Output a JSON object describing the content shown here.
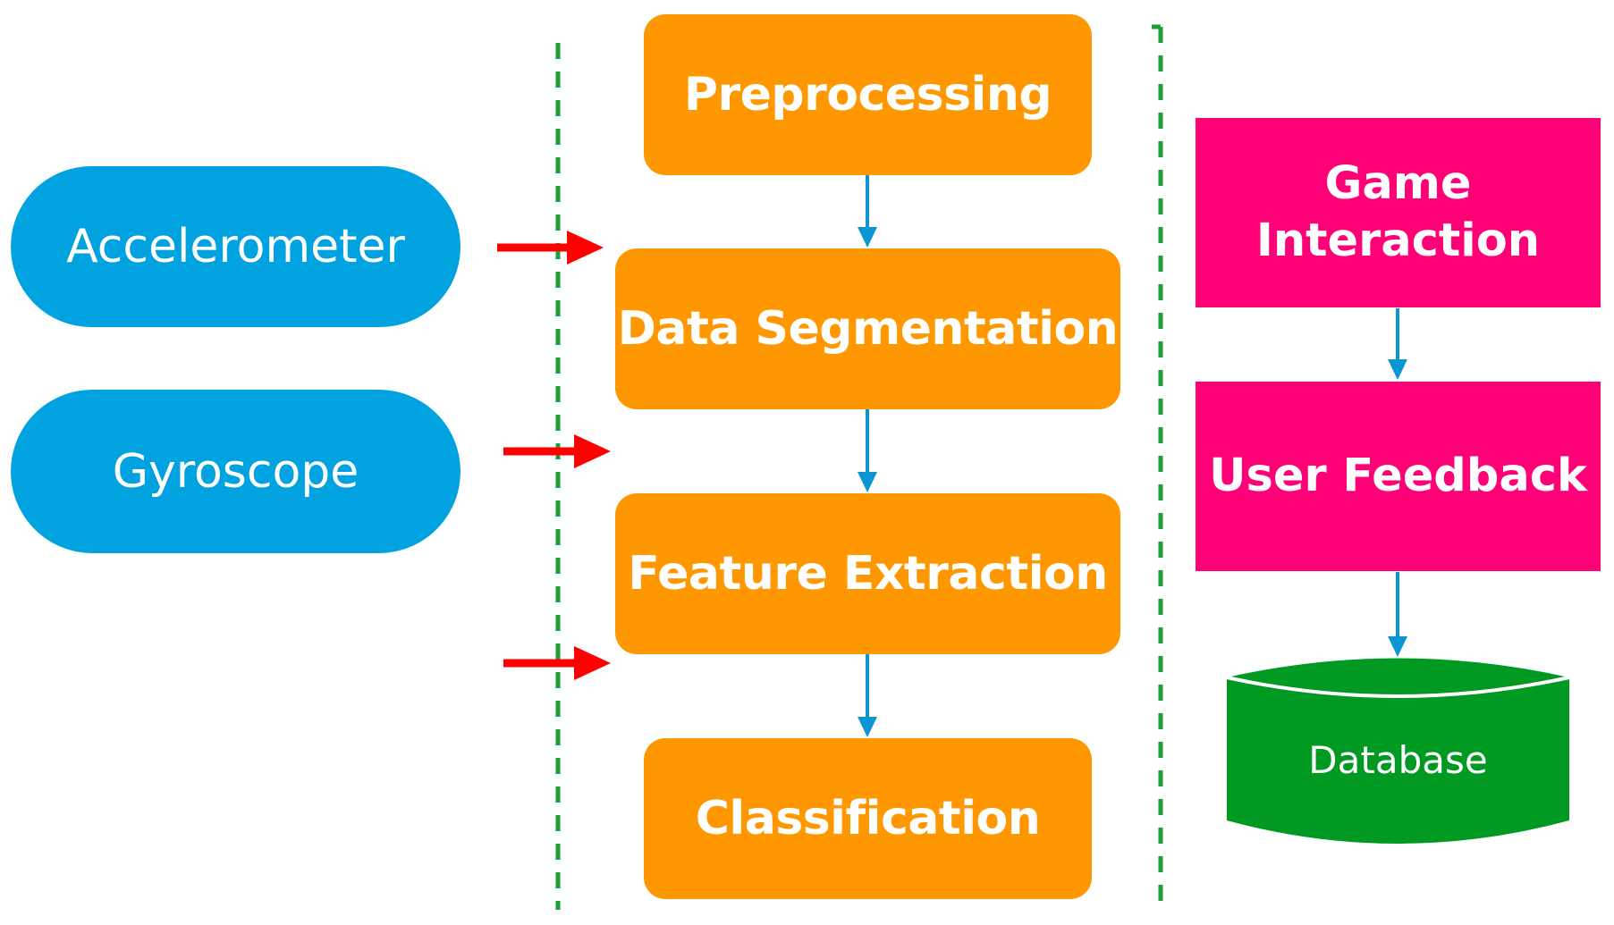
{
  "sensors": {
    "accelerometer": "Accelerometer",
    "gyroscope": "Gyroscope"
  },
  "pipeline": {
    "preprocessing": "Preprocessing",
    "data_segmentation": "Data Segmentation",
    "feature_extraction": "Feature Extraction",
    "classification": "Classification"
  },
  "application": {
    "game_interaction": "Game\nInteraction",
    "user_feedback": "User Feedback",
    "database": "Database"
  },
  "colors": {
    "sensor": "#00a2e0",
    "stage": "#ff9800",
    "app": "#ff0077",
    "database": "#009a22",
    "input_arrow": "#ff0000",
    "flow_arrow": "#0a96d2",
    "separator": "#1ca03a"
  }
}
